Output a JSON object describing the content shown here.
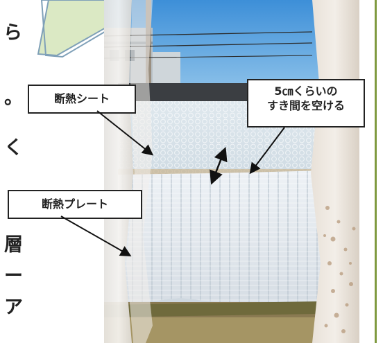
{
  "edge_text": {
    "line1": "ら",
    "line2": "。",
    "line3": "く",
    "line4": "層",
    "line5": "ー",
    "line6": "ア"
  },
  "callouts": {
    "sheet": "断熱シート",
    "plate": "断熱プレート",
    "gap_line1": "5㎝くらいの",
    "gap_line2": "すき間を空ける"
  },
  "colors": {
    "speech_fill": "#dbe9c4",
    "speech_border": "#7fa0b8",
    "side_rule": "#7f9a3f"
  }
}
